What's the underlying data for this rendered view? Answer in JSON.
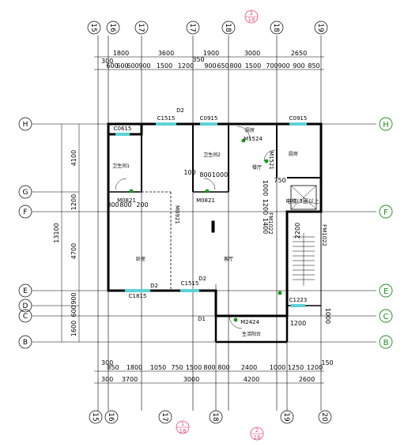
{
  "top_axes": [
    "15",
    "16",
    "17",
    "17",
    "18",
    "18",
    "19",
    "19"
  ],
  "top_ref": {
    "num": "2",
    "den": "18"
  },
  "bottom_axes": [
    "15",
    "16",
    "17",
    "18",
    "19",
    "20"
  ],
  "bottom_refs": [
    {
      "num": "1",
      "den": "18"
    },
    {
      "num": "2",
      "den": "18"
    }
  ],
  "left_axes": [
    "H",
    "G",
    "F",
    "E",
    "D",
    "C",
    "B"
  ],
  "right_axes": [
    "H",
    "F",
    "E",
    "C",
    "B"
  ],
  "top_dims_row1": [
    "300",
    "1800",
    "3600",
    "1900",
    "3000",
    "2650"
  ],
  "top_dims_row2": [
    "600",
    "600",
    "600",
    "900",
    "1500",
    "1200",
    "350",
    "900",
    "650",
    "800",
    "1500",
    "700",
    "900",
    "900",
    "850"
  ],
  "bottom_dims_row1": [
    "300",
    "850",
    "1800",
    "1050",
    "750",
    "1500",
    "800",
    "800",
    "2400",
    "1000",
    "1250",
    "1200",
    "150"
  ],
  "bottom_dims_row2": [
    "300",
    "3700",
    "3000",
    "4200",
    "2600"
  ],
  "left_dims_outer": "13100",
  "left_dims_inner": [
    "4100",
    "1200",
    "4700",
    "900",
    "600",
    "1600"
  ],
  "windows": [
    "C1515",
    "C0915",
    "C0915",
    "C0615",
    "C1815",
    "C1515",
    "C1223"
  ],
  "doors": [
    "M1524",
    "M1521",
    "M0821",
    "M0821",
    "M0921",
    "FM1022",
    "FM1022",
    "M2424",
    "D2",
    "D2",
    "D1",
    "D2"
  ],
  "rooms": [
    "卫生间1",
    "卫生间2",
    "卧室",
    "客厅",
    "厨房",
    "餐厅",
    "厨房",
    "生活阳台"
  ],
  "inner_dims": [
    "100",
    "800",
    "1000",
    "800",
    "800",
    "200",
    "1000",
    "1200",
    "1400",
    "2200",
    "1200",
    "1000",
    "750"
  ],
  "stair_note": "电梯(3层以上)"
}
